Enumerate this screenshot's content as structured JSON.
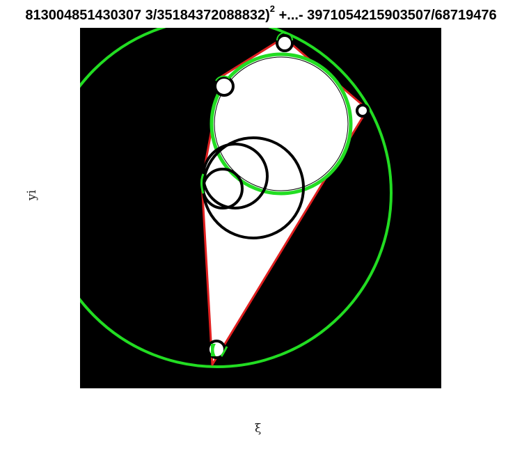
{
  "title": {
    "before_sup": "813004851430307 3/35184372088832)",
    "sup": "2",
    "after_sup": " +...- 3971054215903507/68719476"
  },
  "xlabel": "ξ",
  "ylabel": "yi",
  "colors": {
    "background": "#000000",
    "triangle_fill": "#ffffff",
    "triangle_edge": "#e02020",
    "green_circles": "#22dd22",
    "black_circles": "#000000"
  }
}
